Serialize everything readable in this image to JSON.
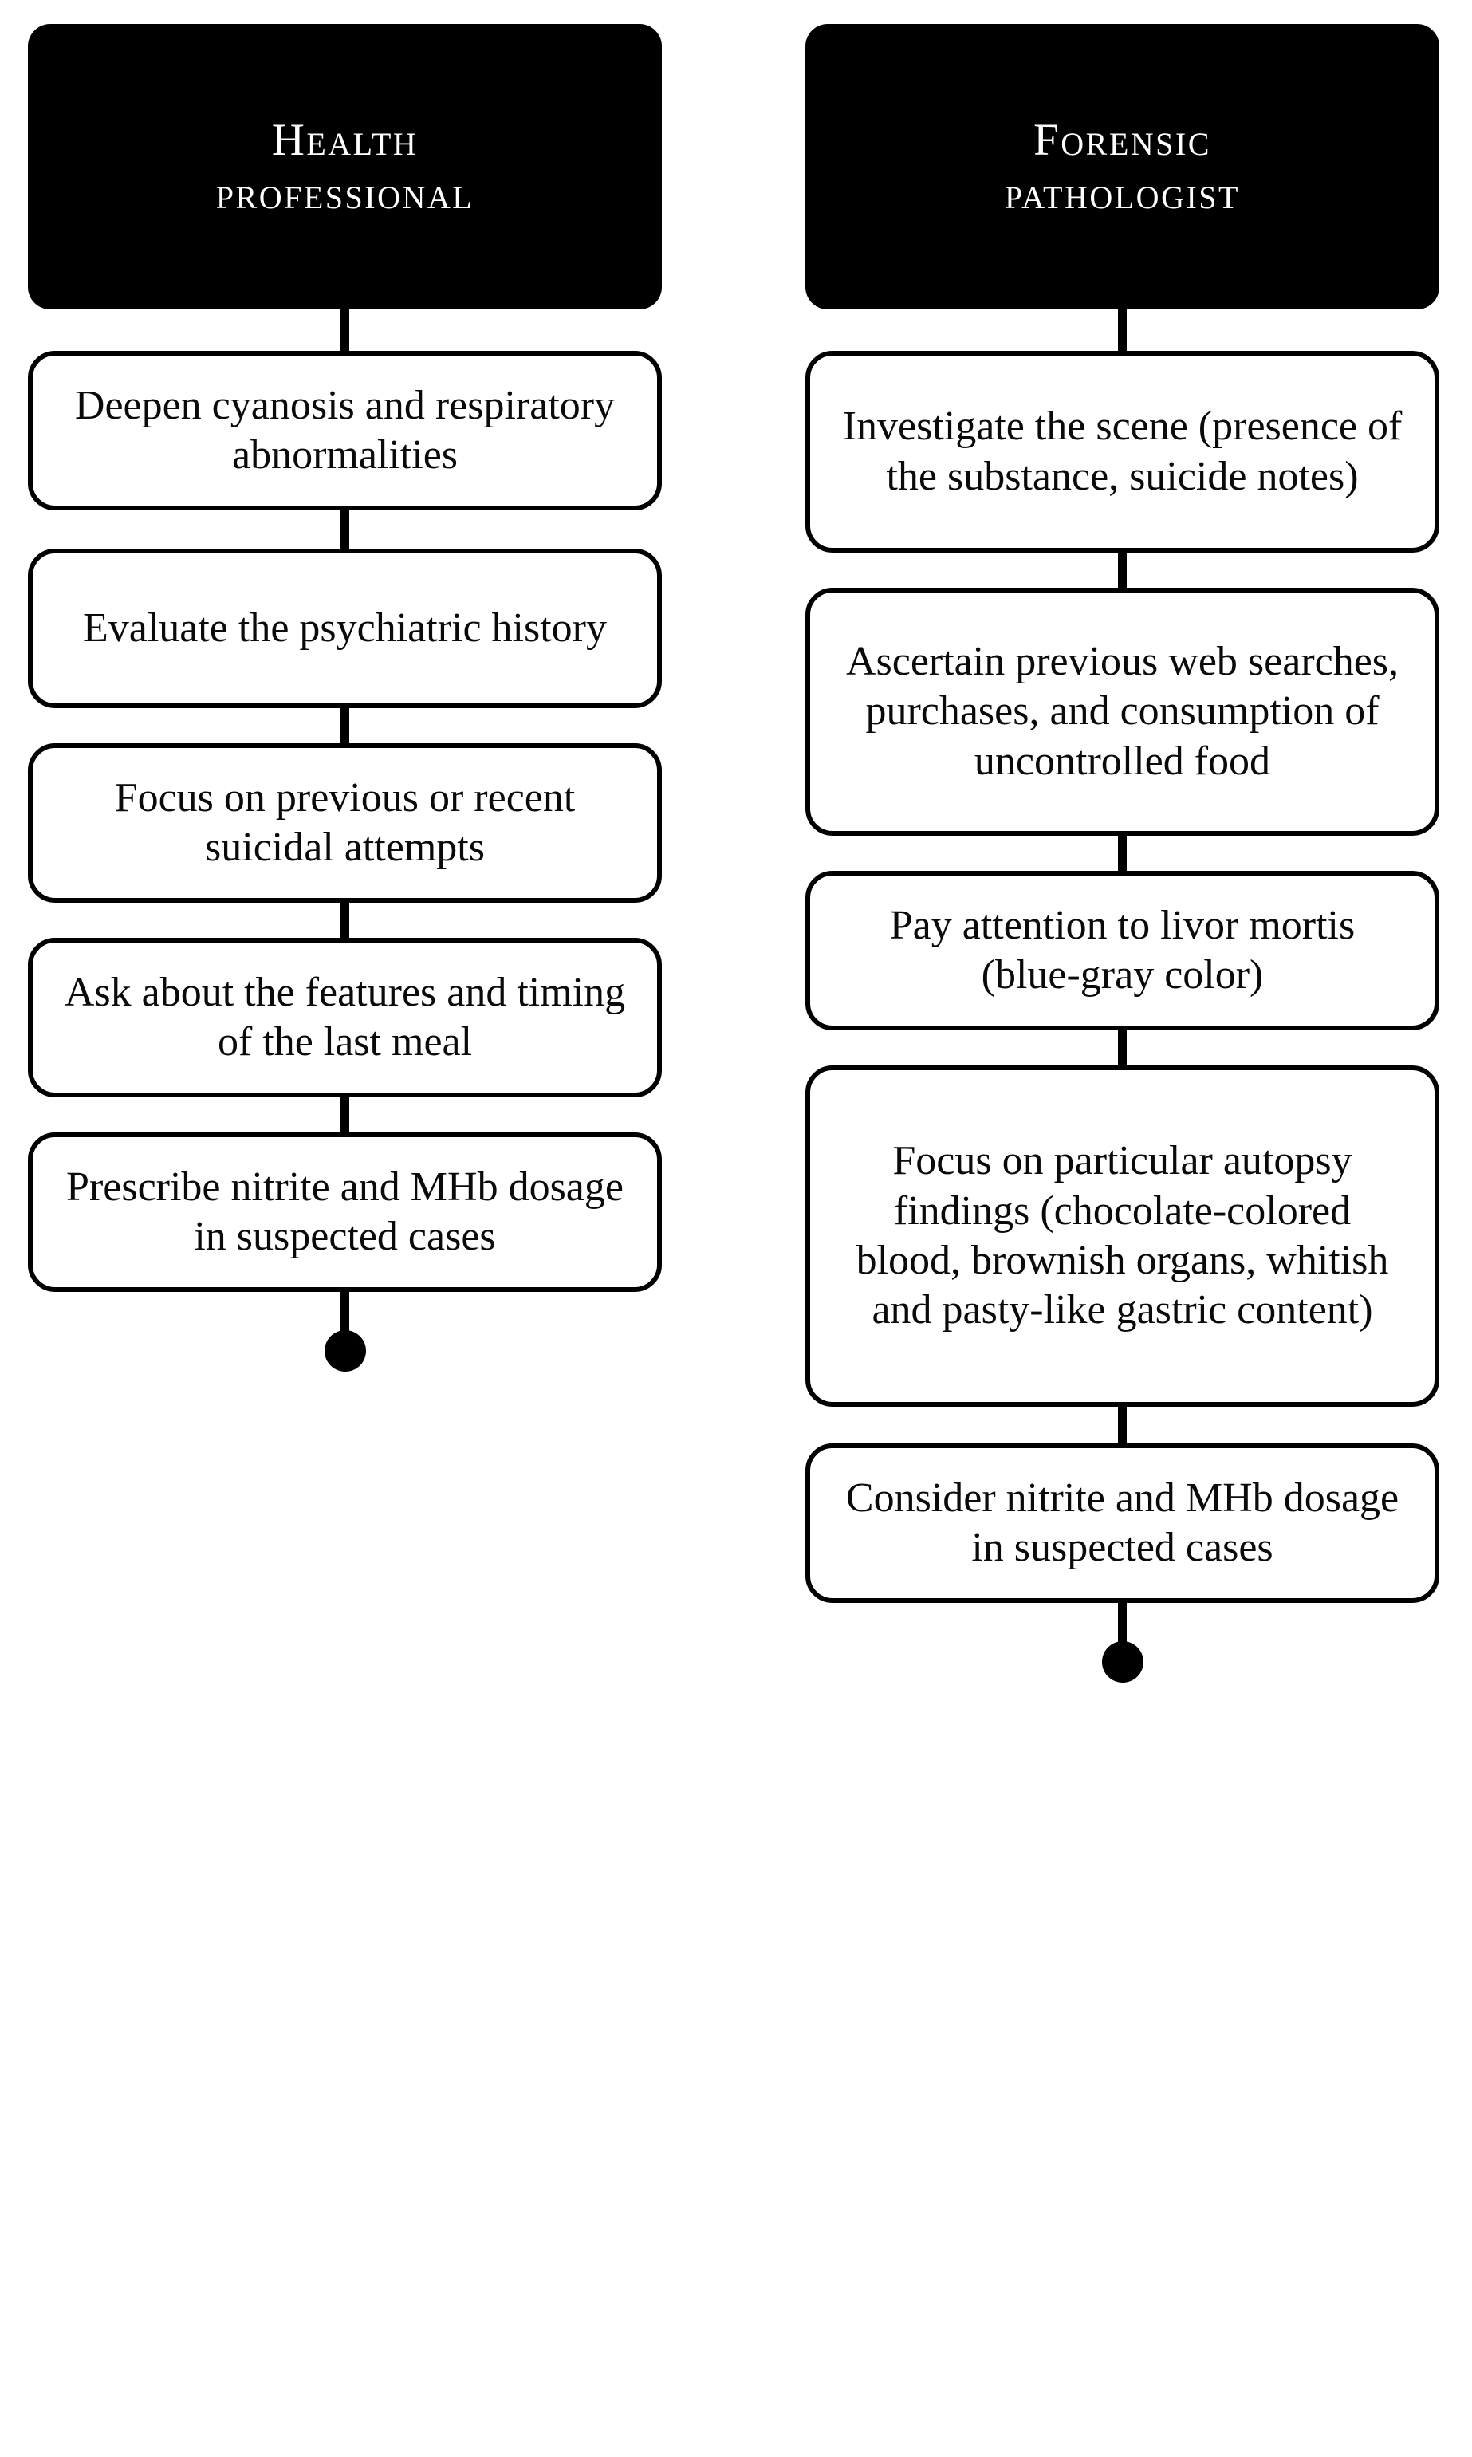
{
  "diagram": {
    "type": "flowchart",
    "orientation": "two-column-vertical",
    "background_color": "#ffffff",
    "header_fill_color": "#000000",
    "header_text_color": "#ffffff",
    "node_fill_color": "#ffffff",
    "node_border_color": "#000000",
    "connector_color": "#000000",
    "terminator_shape": "filled-circle"
  },
  "columns": [
    {
      "id": "health-professional",
      "header": "Health\nprofessional",
      "steps": [
        "Deepen cyanosis and respiratory abnormalities",
        "Evaluate the psychiatric history",
        "Focus on previous or recent suicidal attempts",
        "Ask about the features and timing of the last meal",
        "Prescribe nitrite and MHb dosage in suspected cases"
      ]
    },
    {
      "id": "forensic-pathologist",
      "header": "Forensic\npathologist",
      "steps": [
        "Investigate the scene (presence of the substance, suicide notes)",
        "Ascertain previous web searches, purchases, and consumption of uncontrolled food",
        "Pay attention to livor mortis (blue-gray color)",
        "Focus on particular autopsy findings (chocolate-colored blood, brownish organs, whitish and pasty-like gastric content)",
        "Consider nitrite and MHb dosage in suspected cases"
      ]
    }
  ]
}
